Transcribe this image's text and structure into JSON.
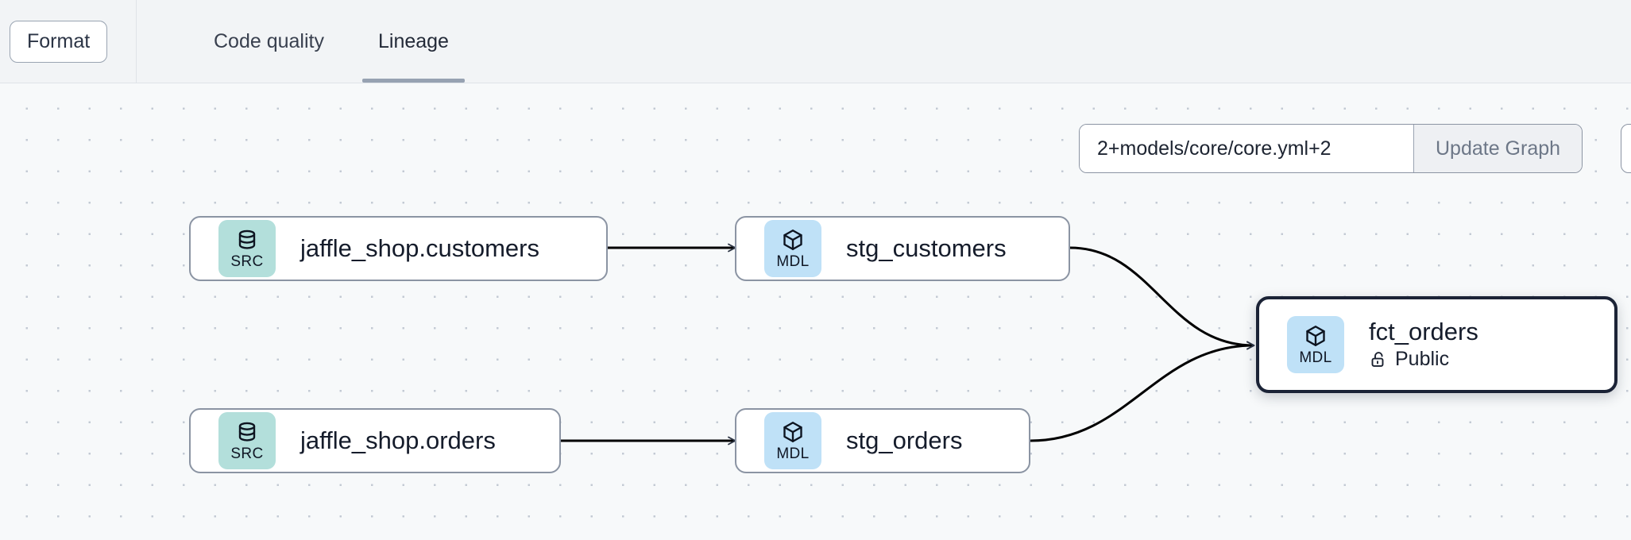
{
  "toolbar": {
    "format_label": "Format",
    "tabs": [
      {
        "label": "Code quality",
        "active": false
      },
      {
        "label": "Lineage",
        "active": true
      }
    ]
  },
  "graph_control": {
    "selector_value": "2+models/core/core.yml+2",
    "selector_placeholder": "2+models/core/core.yml+2",
    "update_button_label": "Update Graph"
  },
  "lineage": {
    "nodes": [
      {
        "id": "jaffle_shop_customers",
        "badge_kind": "SRC",
        "badge_icon": "database-icon",
        "title": "jaffle_shop.customers",
        "access": null,
        "selected": false
      },
      {
        "id": "stg_customers",
        "badge_kind": "MDL",
        "badge_icon": "cube-icon",
        "title": "stg_customers",
        "access": null,
        "selected": false
      },
      {
        "id": "jaffle_shop_orders",
        "badge_kind": "SRC",
        "badge_icon": "database-icon",
        "title": "jaffle_shop.orders",
        "access": null,
        "selected": false
      },
      {
        "id": "stg_orders",
        "badge_kind": "MDL",
        "badge_icon": "cube-icon",
        "title": "stg_orders",
        "access": null,
        "selected": false
      },
      {
        "id": "fct_orders",
        "badge_kind": "MDL",
        "badge_icon": "cube-icon",
        "title": "fct_orders",
        "access": "Public",
        "access_icon": "unlock-icon",
        "selected": true
      }
    ],
    "edges": [
      {
        "from": "jaffle_shop_customers",
        "to": "stg_customers"
      },
      {
        "from": "jaffle_shop_orders",
        "to": "stg_orders"
      },
      {
        "from": "stg_customers",
        "to": "fct_orders"
      },
      {
        "from": "stg_orders",
        "to": "fct_orders"
      }
    ]
  },
  "colors": {
    "canvas_bg": "#f7f9fa",
    "topbar_bg": "#f2f4f6",
    "grid_dot": "#c3cad4",
    "src_badge": "#b3dfdb",
    "mdl_badge": "#bfe1f7",
    "node_border": "#8b94a3",
    "selected_border": "#1b2336",
    "tab_underline": "#97a2b2",
    "edge_stroke": "#000000"
  }
}
